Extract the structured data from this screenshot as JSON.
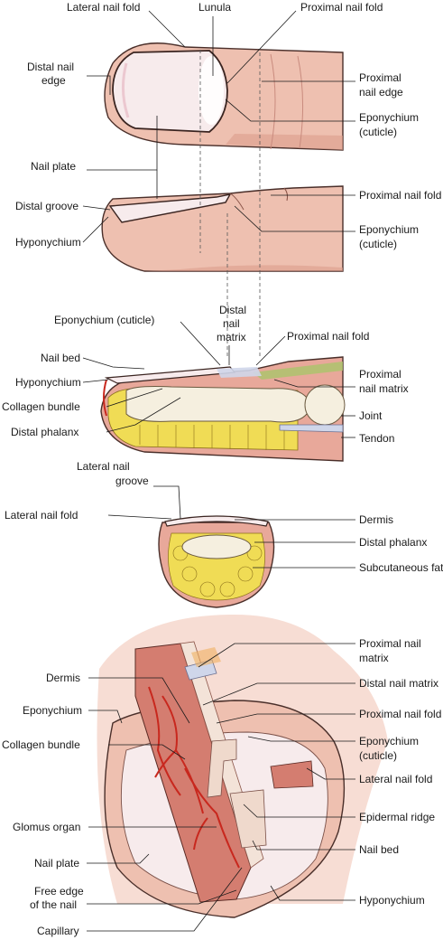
{
  "labels": {
    "lateral_nail_fold_top": "Lateral nail fold",
    "lunula": "Lunula",
    "proximal_nail_fold_top": "Proximal nail fold",
    "distal_nail_edge_1": "Distal nail",
    "distal_nail_edge_2": "edge",
    "proximal_nail_edge_1": "Proximal",
    "proximal_nail_edge_2": "nail edge",
    "eponychium_1_line1": "Eponychium",
    "eponychium_1_line2": "(cuticle)",
    "nail_plate_1": "Nail plate",
    "distal_groove": "Distal groove",
    "proximal_nail_fold_2": "Proximal nail fold",
    "hyponychium_1": "Hyponychium",
    "eponychium_2_line1": "Eponychium",
    "eponychium_2_line2": "(cuticle)",
    "eponychium_cuticle_3": "Eponychium (cuticle)",
    "distal_nail_matrix_1": "Distal",
    "distal_nail_matrix_2": "nail",
    "distal_nail_matrix_3": "matrix",
    "proximal_nail_fold_3": "Proximal nail fold",
    "nail_bed_1": "Nail bed",
    "proximal_nail_matrix_1": "Proximal",
    "proximal_nail_matrix_2": "nail matrix",
    "hyponychium_2": "Hyponychium",
    "collagen_bundle_1": "Collagen bundle",
    "joint": "Joint",
    "distal_phalanx_1": "Distal phalanx",
    "tendon": "Tendon",
    "lateral_nail_groove_1": "Lateral nail",
    "lateral_nail_groove_2": "groove",
    "lateral_nail_fold_4": "Lateral nail fold",
    "dermis_1": "Dermis",
    "distal_phalanx_2": "Distal phalanx",
    "subcutaneous_fat": "Subcutaneous fat",
    "proximal_nail_matrix_3a": "Proximal nail",
    "proximal_nail_matrix_3b": "matrix",
    "dermis_2": "Dermis",
    "distal_nail_matrix_4": "Distal nail matrix",
    "eponychium_5": "Eponychium",
    "proximal_nail_fold_5": "Proximal nail fold",
    "collagen_bundle_2": "Collagen bundle",
    "eponychium_6_line1": "Eponychium",
    "eponychium_6_line2": "(cuticle)",
    "lateral_nail_fold_6": "Lateral nail fold",
    "epidermal_ridge": "Epidermal ridge",
    "glomus_organ": "Glomus organ",
    "nail_bed_2": "Nail bed",
    "nail_plate_2": "Nail plate",
    "free_edge_1": "Free edge",
    "free_edge_2": "of the nail",
    "hyponychium_3": "Hyponychium",
    "capillary": "Capillary"
  },
  "colors": {
    "skin": "#eec0b0",
    "skin_dark": "#dc9c8c",
    "nail": "#f7ebec",
    "bone": "#f5efdf",
    "fat": "#f0dc55",
    "dermis": "#cf7a70",
    "vessel": "#c8281e",
    "nerve": "#cfd6ea"
  }
}
